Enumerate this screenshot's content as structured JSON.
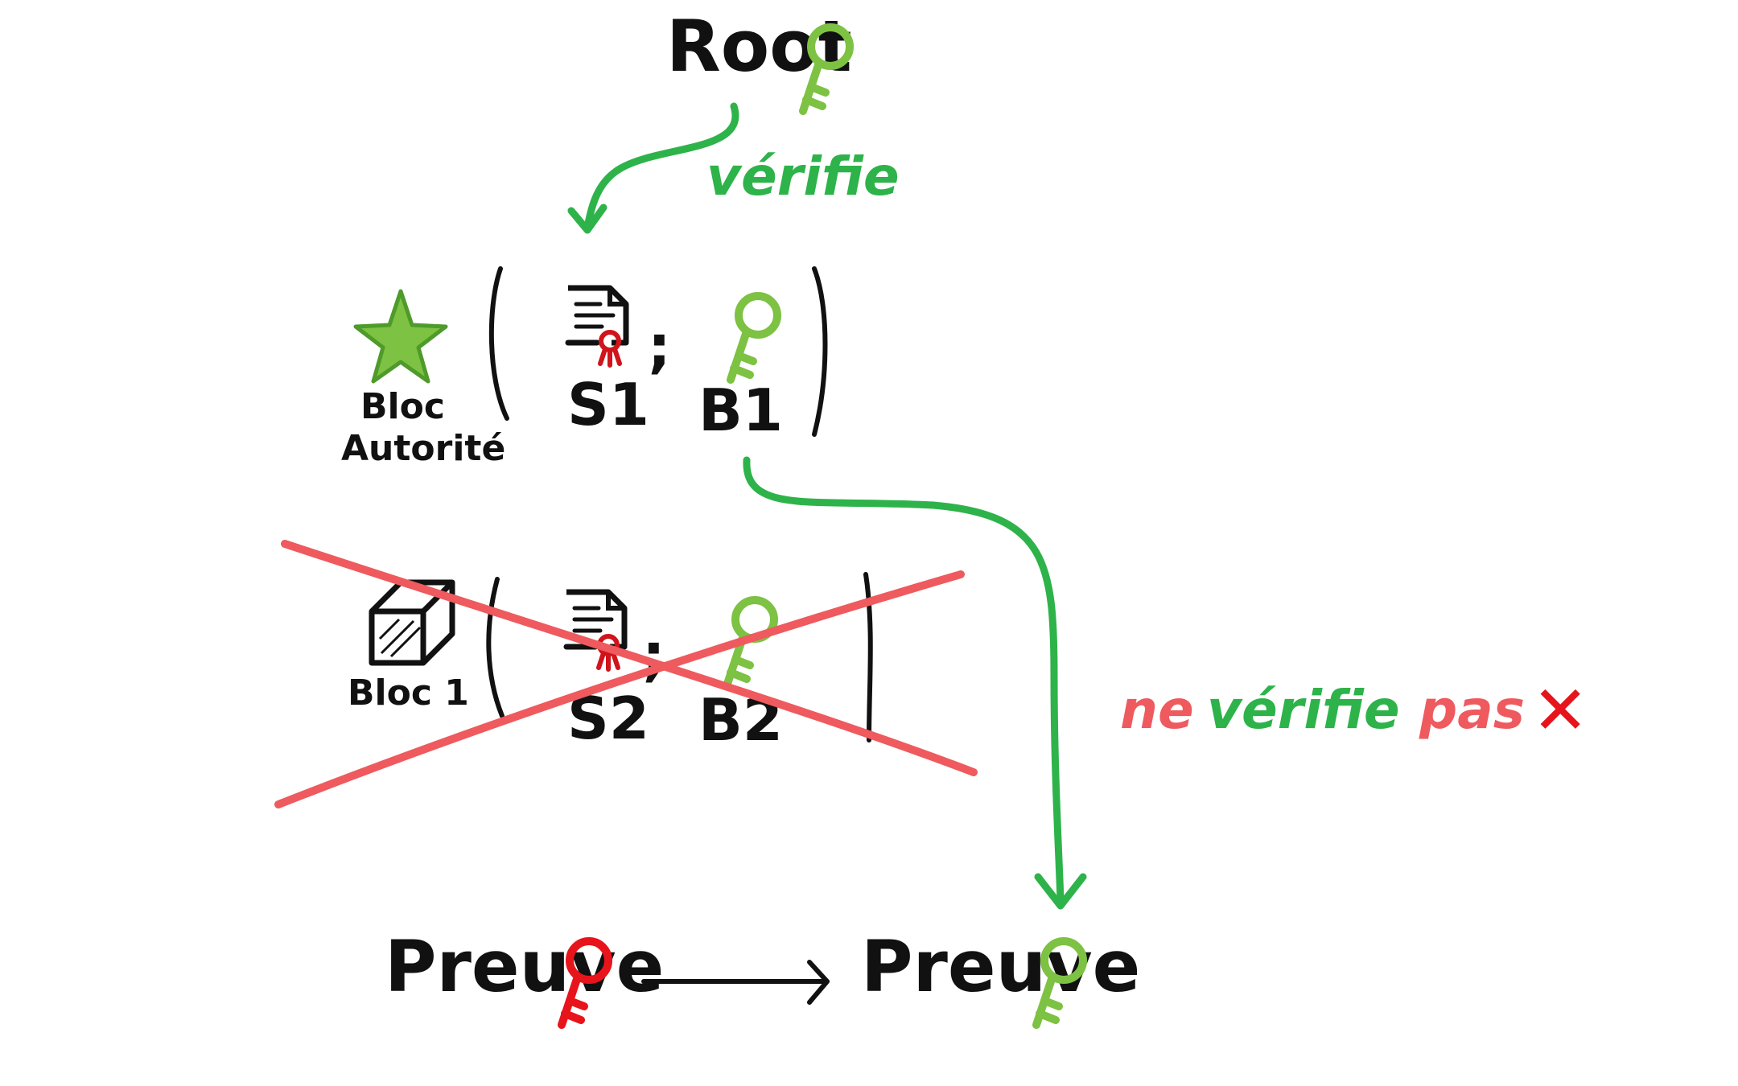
{
  "root": {
    "label": "Root"
  },
  "colors": {
    "green": "#2db34a",
    "lightgreen": "#7dc242",
    "red": "#ee5a5e",
    "darkred": "#e8141b",
    "seal": "#d0141b",
    "ink": "#111111"
  },
  "verify_label": "vérifie",
  "authority_block": {
    "label_line1": "Bloc",
    "label_line2": "Autorité",
    "icon": "star-icon",
    "signature": "S1",
    "separator": ";",
    "key_name": "B1"
  },
  "block1": {
    "label": "Bloc 1",
    "icon": "cube-icon",
    "signature": "S2",
    "separator": ";",
    "key_name": "B2",
    "crossed_out": true
  },
  "fail_note": {
    "part1": "ne",
    "part2": "vérifie",
    "part3": "pas",
    "mark": "✕"
  },
  "proof": {
    "left_label": "Preuve",
    "right_label": "Preuve",
    "left_key_color": "red",
    "right_key_color": "green"
  }
}
